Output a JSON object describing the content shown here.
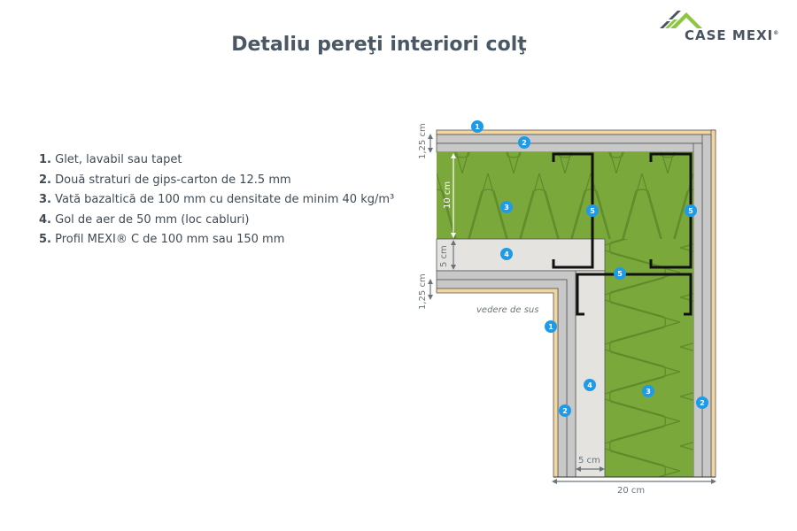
{
  "logo": {
    "brand": "CASE MEXI",
    "mark": "®",
    "accent_green": "#8dc63f",
    "accent_gray": "#4a5560"
  },
  "page": {
    "title": "Detaliu pereţi interiori colţ"
  },
  "legend": [
    {
      "num": "1.",
      "text": " Glet, lavabil sau tapet"
    },
    {
      "num": "2.",
      "text": " Două straturi de gips-carton de 12.5 mm"
    },
    {
      "num": "3.",
      "text": " Vată bazaltică de 100 mm cu densitate de minim 40 kg/m³"
    },
    {
      "num": "4.",
      "text": " Gol de aer de 50 mm (loc cabluri)"
    },
    {
      "num": "5.",
      "text": " Profil MEXI® C de 100 mm sau 150 mm"
    }
  ],
  "diagram": {
    "view_label": "vedere de sus",
    "dimensions": {
      "top_board": "1,25 cm",
      "insulation": "10 cm",
      "air_gap_top": "5 cm",
      "board_lower": "1,25 cm",
      "air_gap_bottom": "5 cm",
      "total_width": "20 cm"
    },
    "badges": [
      "1",
      "2",
      "3",
      "4",
      "5",
      "5",
      "5",
      "1",
      "4",
      "3",
      "2",
      "2"
    ],
    "colors": {
      "finish": "#f2d6a2",
      "gypsum": "#c8c8c8",
      "wool": "#7aa83a",
      "air": "#e4e3df",
      "profile": "#111111",
      "badge": "#1e9be8"
    }
  }
}
